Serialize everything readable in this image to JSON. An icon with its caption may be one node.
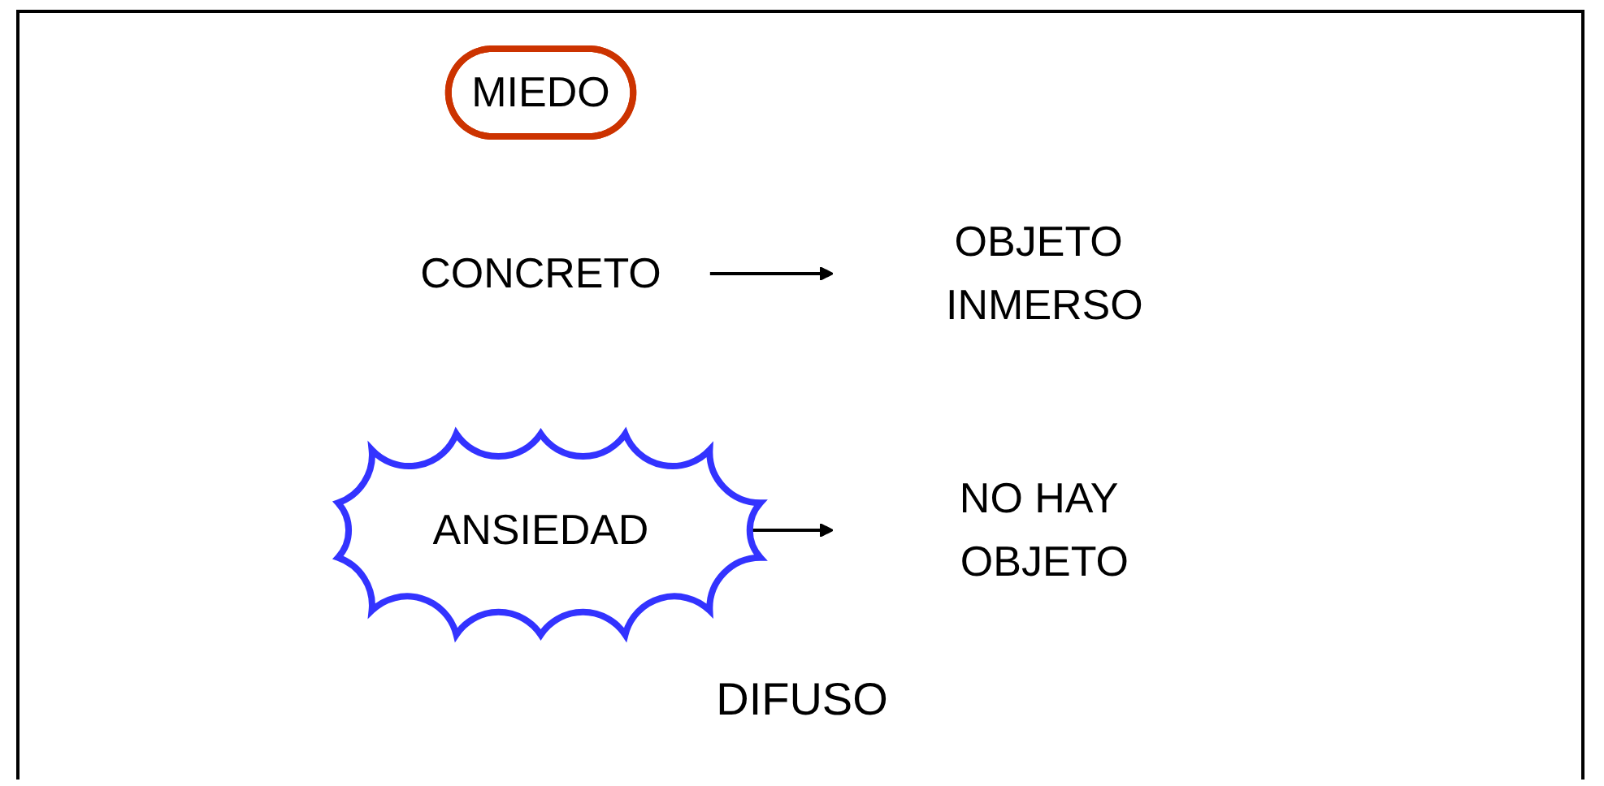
{
  "diagram": {
    "nodes": [
      {
        "text": [
          "MIEDO"
        ]
      },
      {
        "text": [
          "CONCRETO"
        ]
      },
      {
        "text": [
          "OBJETO INMERSO"
        ]
      },
      {
        "text": [
          "ANSIEDAD"
        ]
      },
      {
        "text": [
          "NO HAY OBJETO"
        ]
      }
    ],
    "edges": [
      {
        "from": 1,
        "to": 2,
        "arrow": "to"
      },
      {
        "from": 3,
        "to": 4,
        "arrow": "to"
      }
    ],
    "labels": [
      "DIFUSO"
    ]
  }
}
